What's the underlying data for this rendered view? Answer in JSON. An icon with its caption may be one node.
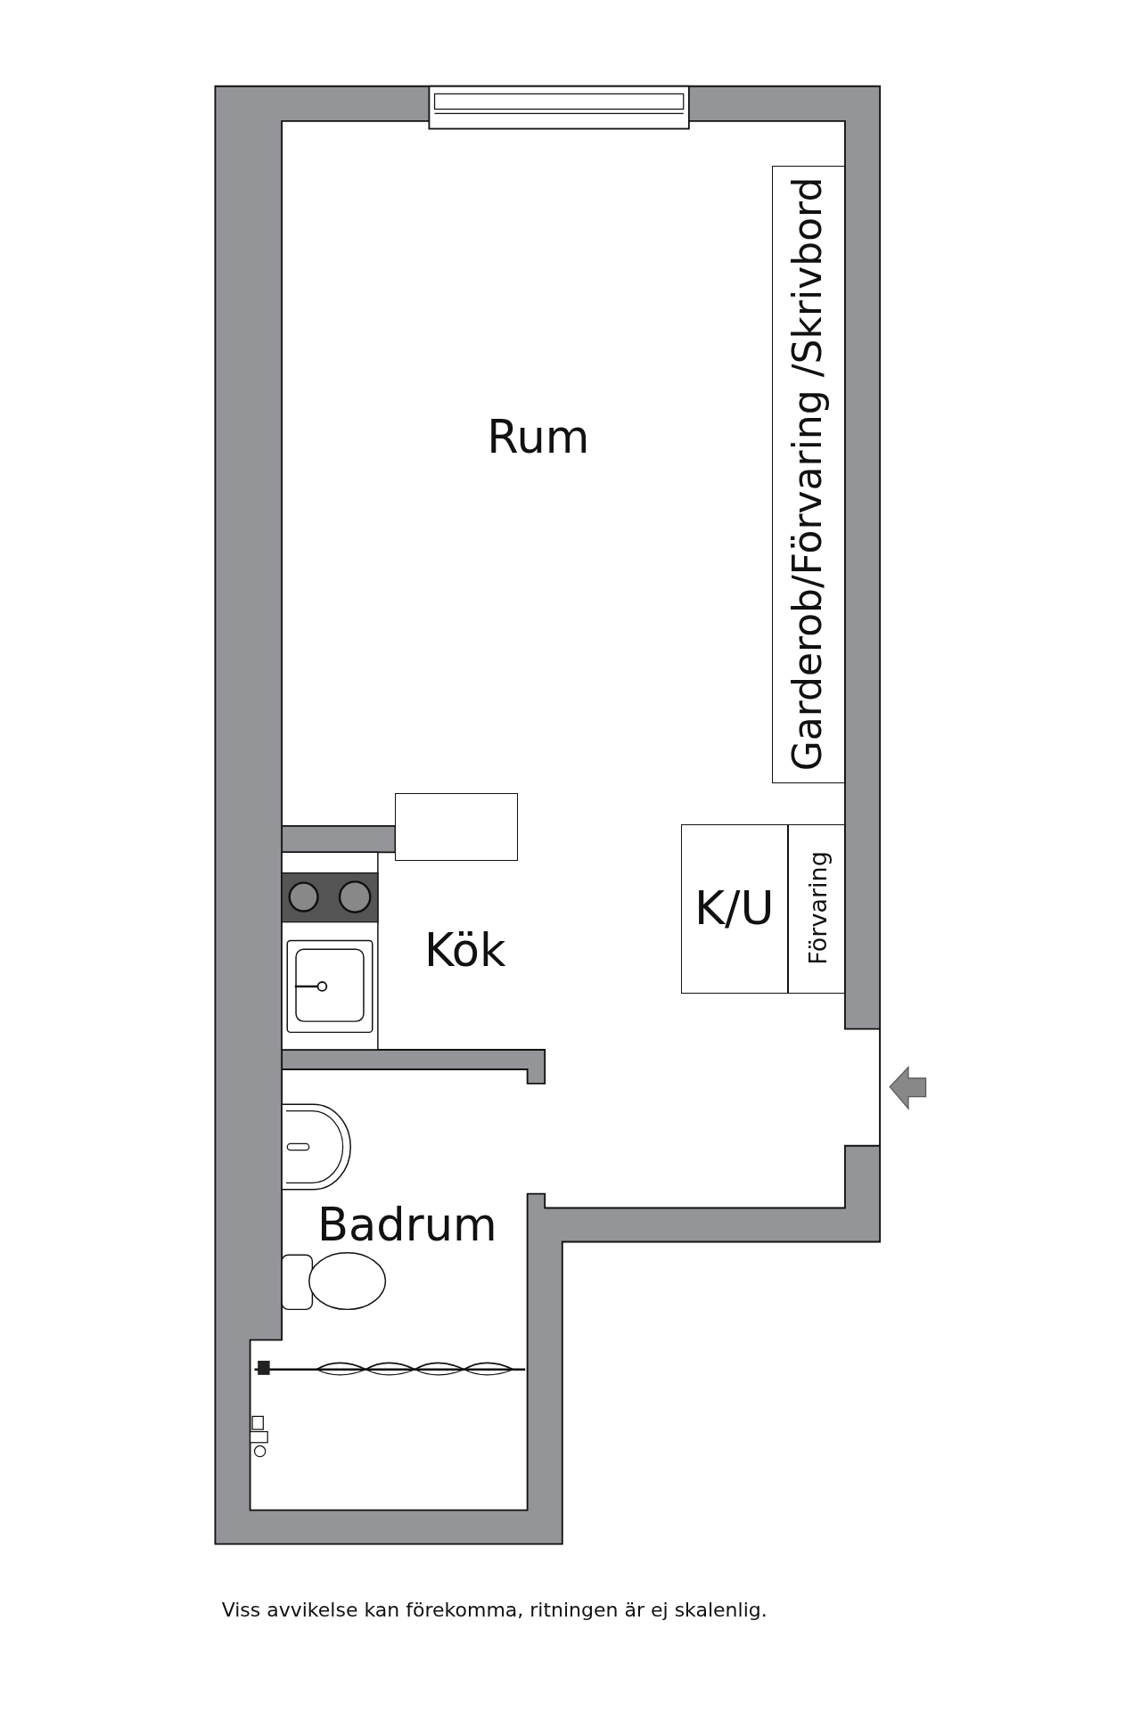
{
  "diagram": {
    "caption": "Viss avvikelse kan förekomma, ritningen är ej skalenlig.",
    "nodes": [
      {
        "text": [
          "Rum"
        ]
      },
      {
        "text": [
          "Garderob/Förvaring /Skrivbord"
        ],
        "in": 0
      },
      {
        "text": [],
        "shape": "box"
      },
      {
        "text": [
          "K/U"
        ]
      },
      {
        "text": [
          "Förvaring"
        ]
      },
      {
        "text": [
          "Kök"
        ]
      },
      {
        "text": [
          "Badrum"
        ]
      }
    ]
  }
}
